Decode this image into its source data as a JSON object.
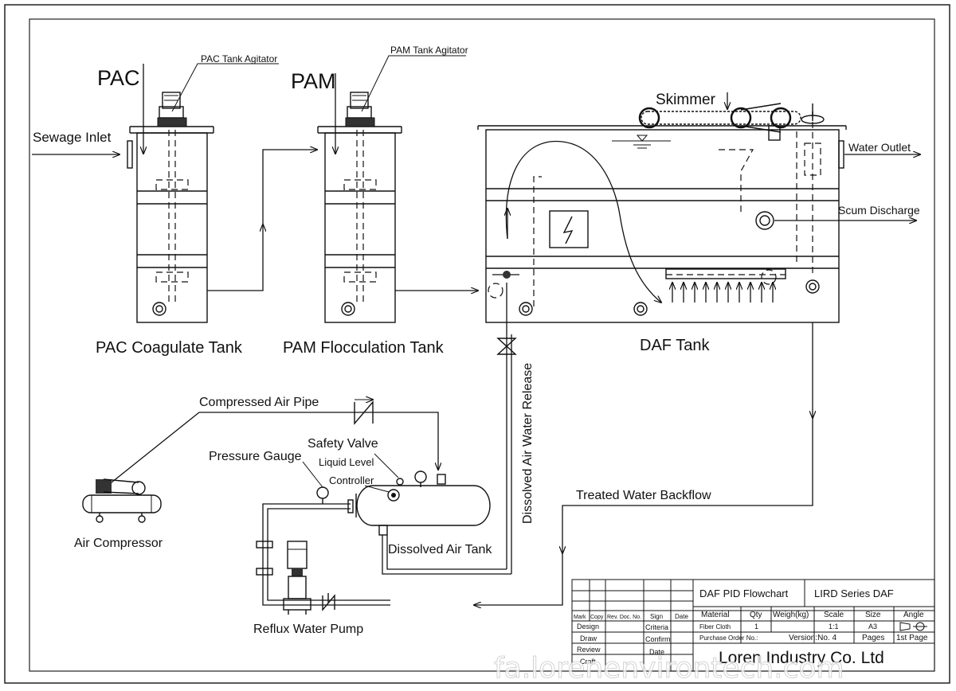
{
  "labels": {
    "pac": "PAC",
    "pam": "PAM",
    "pac_agitator": "PAC Tank Agitator",
    "pam_agitator": "PAM Tank Agitator",
    "sewage_inlet": "Sewage Inlet",
    "skimmer": "Skimmer",
    "water_outlet": "Water Outlet",
    "scum_discharge": "Scum Discharge",
    "pac_tank": "PAC Coagulate Tank",
    "pam_tank": "PAM Flocculation Tank",
    "daf_tank": "DAF Tank",
    "dissolved_release": "Dissolved Air Water Release",
    "compressed_air_pipe": "Compressed Air Pipe",
    "safety_valve": "Safety Valve",
    "pressure_gauge": "Pressure Gauge",
    "liquid_level": "Liquid Level",
    "controller": "Controller",
    "treated_backflow": "Treated Water Backflow",
    "air_compressor": "Air Compressor",
    "dissolved_air_tank": "Dissolved Air Tank",
    "reflux_pump": "Reflux Water Pump"
  },
  "title_block": {
    "drawing_title": "DAF PID Flowchart",
    "series": "LIRD Series DAF",
    "header_mark": "Mark",
    "header_copy": "Copy",
    "header_rev": "Rev. Doc. No.",
    "header_sign": "Sign",
    "header_date": "Date",
    "col_material": "Material",
    "col_qty": "Qty",
    "col_weigh": "Weigh(kg)",
    "col_scale": "Scale",
    "col_size": "Size",
    "col_angle": "Angle",
    "val_material": "Fiber Cloth",
    "val_qty": "1",
    "val_scale": "1:1",
    "val_size": "A3",
    "purchase_order": "Purchase Order No.:",
    "version": "Version:No. 4",
    "pages": "Pages",
    "first_page": "1st Page",
    "row_design": "Design",
    "row_draw": "Draw",
    "row_review": "Review",
    "row_craft": "Craft",
    "criteria": "Criteria",
    "confirm": "Confirm",
    "date": "Date",
    "company": "Loren Industry Co. Ltd"
  },
  "watermark": "fa.lorenenvirontech.com"
}
